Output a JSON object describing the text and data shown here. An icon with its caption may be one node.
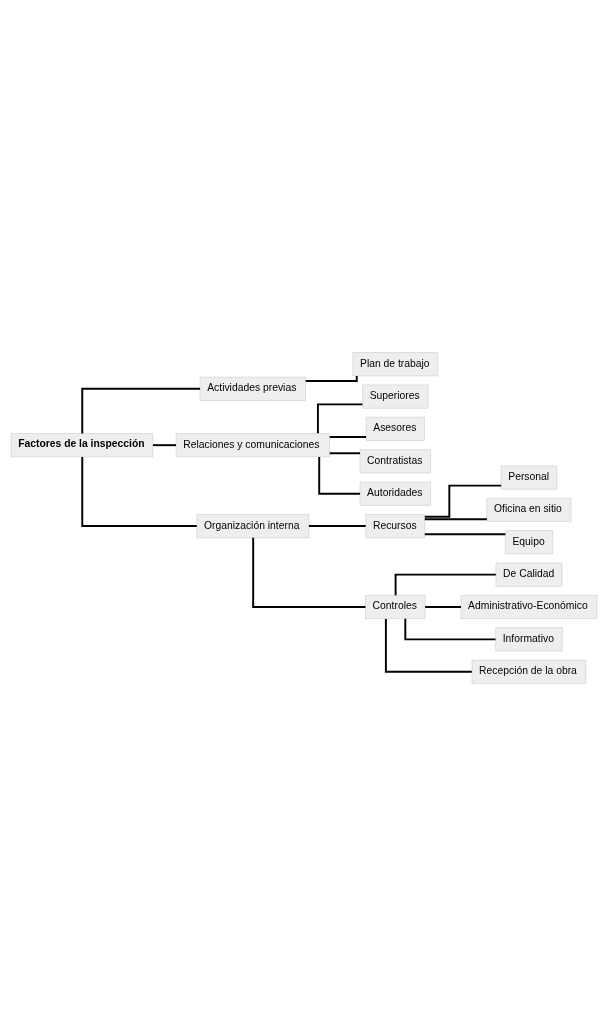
{
  "diagram": {
    "nodes": [
      {
        "text": [
          "Factores de la inspección"
        ]
      },
      {
        "text": [
          "Actividades previas"
        ]
      },
      {
        "text": [
          "Relaciones y comunicaciones"
        ]
      },
      {
        "text": [
          "Plan de trabajo"
        ]
      },
      {
        "text": [
          "Superiores"
        ]
      },
      {
        "text": [
          "Asesores"
        ]
      },
      {
        "text": [
          "Contratistas"
        ]
      },
      {
        "text": [
          "Autoridades"
        ]
      },
      {
        "text": [
          "Organización interna"
        ]
      },
      {
        "text": [
          "Recursos"
        ]
      },
      {
        "text": [
          "Controles"
        ]
      },
      {
        "text": [
          "Personal"
        ]
      },
      {
        "text": [
          "Oficina en sitio"
        ]
      },
      {
        "text": [
          "Equipo"
        ]
      },
      {
        "text": [
          "De Calidad"
        ]
      },
      {
        "text": [
          "Administrativo-Económico"
        ]
      },
      {
        "text": [
          "Informativo"
        ]
      },
      {
        "text": [
          "Recepción de la obra"
        ]
      }
    ],
    "edges": [
      {
        "from": 0,
        "to": 1,
        "arrow": "none"
      },
      {
        "from": 0,
        "to": 2,
        "arrow": "none"
      },
      {
        "from": 1,
        "to": 3,
        "arrow": "none"
      },
      {
        "from": 2,
        "to": 4,
        "arrow": "none"
      },
      {
        "from": 2,
        "to": 5,
        "arrow": "none"
      },
      {
        "from": 2,
        "to": 6,
        "arrow": "none"
      },
      {
        "from": 2,
        "to": 7,
        "arrow": "none"
      },
      {
        "from": 0,
        "to": 8,
        "arrow": "none"
      },
      {
        "from": 8,
        "to": 9,
        "arrow": "none"
      },
      {
        "from": 8,
        "to": 10,
        "arrow": "none"
      },
      {
        "from": 9,
        "to": 11,
        "arrow": "none"
      },
      {
        "from": 9,
        "to": 12,
        "arrow": "none"
      },
      {
        "from": 9,
        "to": 13,
        "arrow": "none"
      },
      {
        "from": 10,
        "to": 14,
        "arrow": "none"
      },
      {
        "from": 10,
        "to": 15,
        "arrow": "none"
      },
      {
        "from": 10,
        "to": 16,
        "arrow": "none"
      },
      {
        "from": 10,
        "to": 17,
        "arrow": "none"
      }
    ]
  }
}
